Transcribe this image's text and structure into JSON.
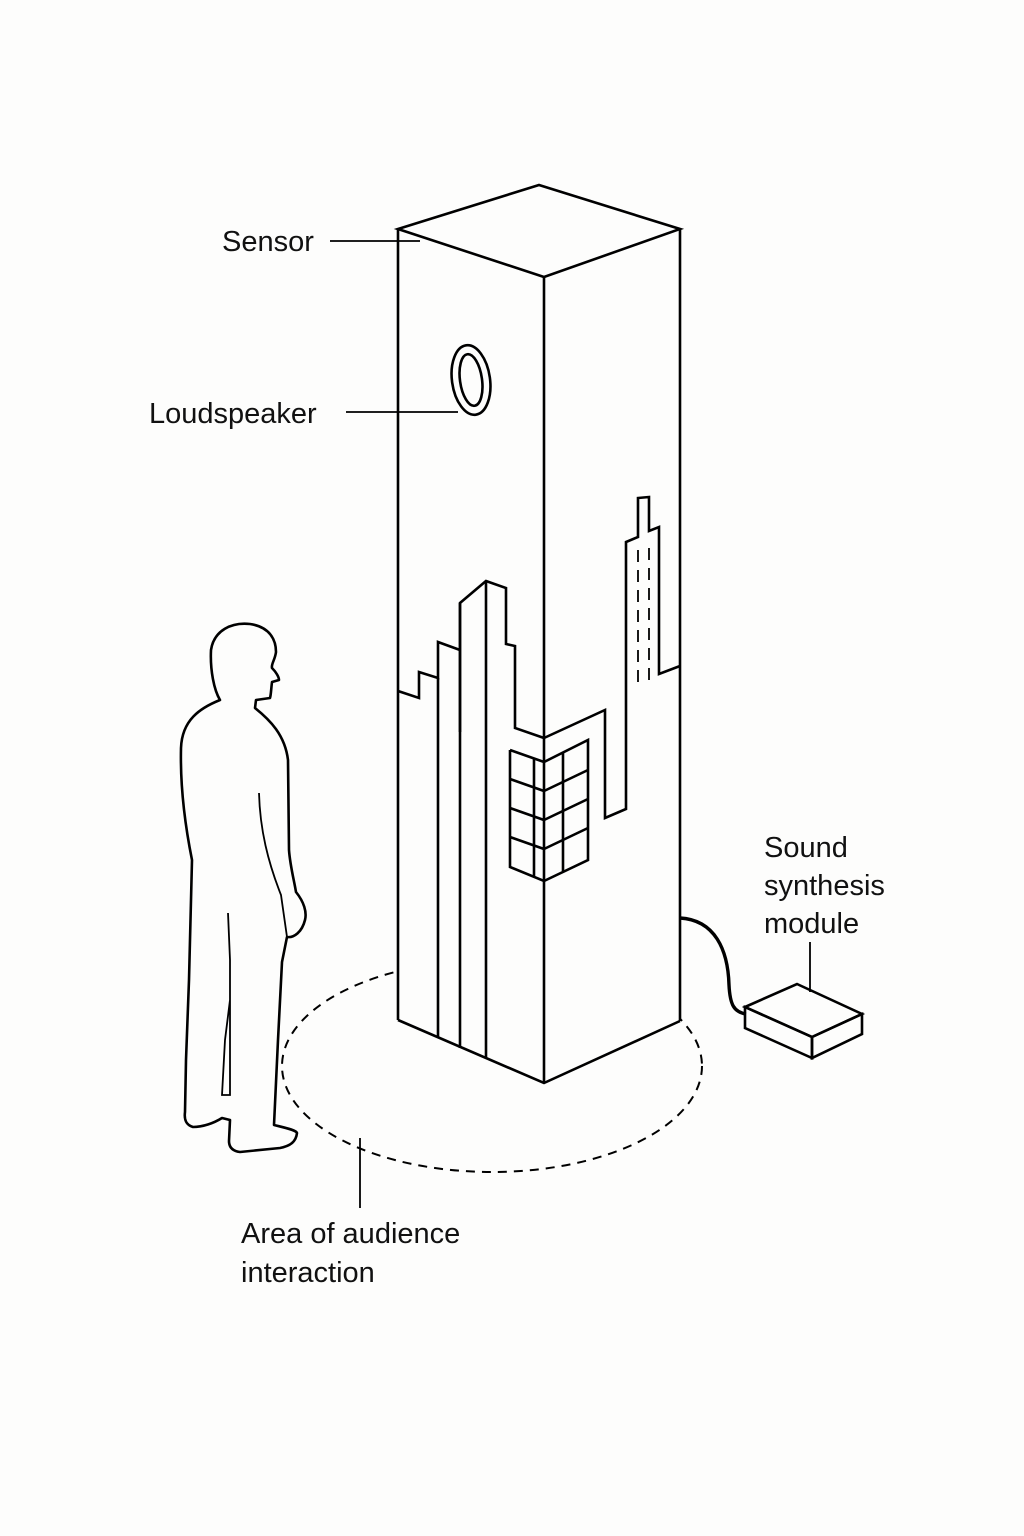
{
  "diagram": {
    "title": "Interactive sound installation",
    "labels": {
      "sensor": "Sensor",
      "loudspeaker": "Loudspeaker",
      "module_line1": "Sound",
      "module_line2": "synthesis",
      "module_line3": "module",
      "area_line1": "Area of audience",
      "area_line2": "interaction"
    },
    "components": [
      {
        "id": "sensor",
        "label": "Sensor"
      },
      {
        "id": "loudspeaker",
        "label": "Loudspeaker"
      },
      {
        "id": "sound-synthesis-module",
        "label": "Sound synthesis module"
      },
      {
        "id": "audience-area",
        "label": "Area of audience interaction"
      },
      {
        "id": "pillar",
        "label": "Pillar with city skyline illustration"
      },
      {
        "id": "person",
        "label": "Standing visitor"
      }
    ],
    "colors": {
      "line": "#000000",
      "background": "#fdfdfc",
      "text": "#111111"
    }
  }
}
